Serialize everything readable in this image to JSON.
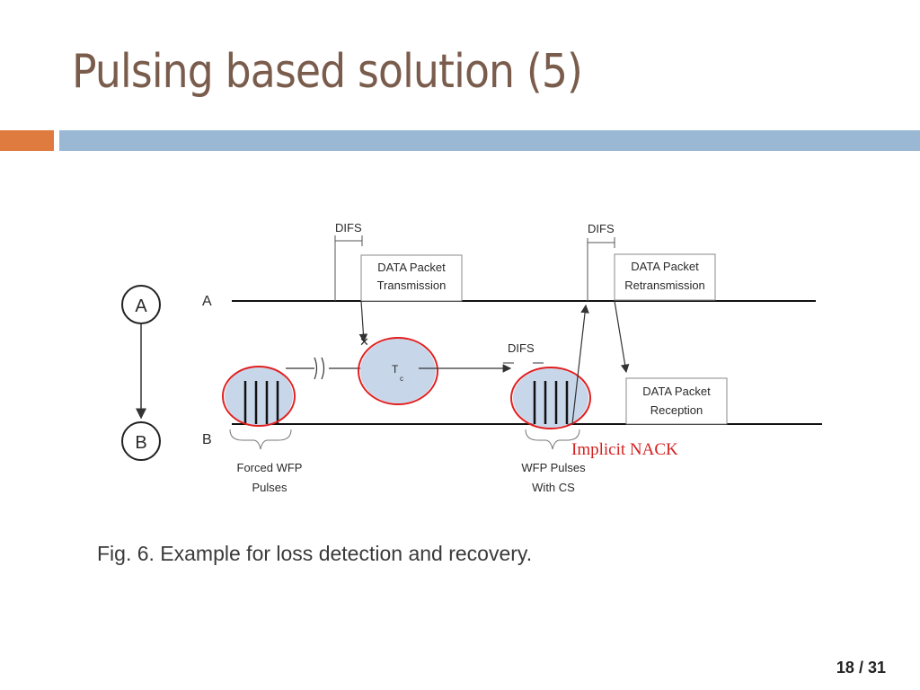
{
  "slide": {
    "title": "Pulsing based solution (5)",
    "page_current": "18",
    "page_total": "31",
    "page_separator": " / "
  },
  "diagram": {
    "node_a": "A",
    "node_b": "B",
    "line_a_label": "A",
    "line_b_label": "B",
    "difs_label": "DIFS",
    "tx_box": [
      "DATA Packet",
      "Transmission"
    ],
    "retx_box": [
      "DATA Packet",
      "Retransmission"
    ],
    "rx_box": [
      "DATA Packet",
      "Reception"
    ],
    "tc_label": "T",
    "tc_subscript": "c",
    "forced_pulses_label": [
      "Forced WFP",
      "Pulses"
    ],
    "cs_pulses_label": [
      "WFP Pulses",
      "With CS"
    ],
    "caption": "Fig. 6.  Example for loss detection and recovery.",
    "annotation": "Implicit NACK",
    "colors": {
      "highlight_circle": "#e02020",
      "pulse_fill": "#c8d6ea",
      "title": "#7a5c4c",
      "accent_orange": "#e07b3f",
      "accent_blue": "#9ab8d4"
    }
  }
}
